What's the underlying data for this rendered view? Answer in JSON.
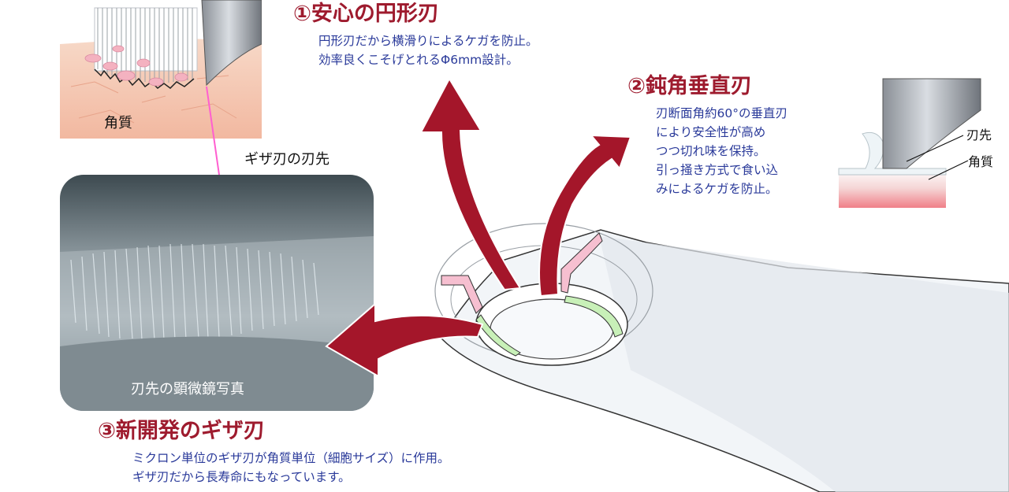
{
  "features": [
    {
      "title": "①安心の円形刃",
      "desc": [
        "円形刃だから横滑りによるケガを防止。",
        "効率良くこそげとれるΦ6mm設計。"
      ]
    },
    {
      "title": "②鈍角垂直刃",
      "desc": [
        "刃断面角約60°の垂直刃",
        "により安全性が高め",
        "つつ切れ味を保持。",
        "引っ掻き方式で食い込",
        "みによるケガを防止。"
      ]
    },
    {
      "title": "③新開発のギザ刃",
      "desc": [
        "ミクロン単位のギザ刃が角質単位（細胞サイズ）に作用。",
        "ギザ刃だから長寿命にもなっています。"
      ]
    }
  ],
  "labels": {
    "kakushitsu": "角質",
    "giza_tip": "ギザ刃の刃先",
    "photo_caption": "刃先の顕微鏡写真",
    "hasaki": "刃先",
    "kakushitsu_right": "角質"
  },
  "colors": {
    "title": "#9e1b2e",
    "desc": "#2a3a9a",
    "arrow": "#a4162a",
    "edge_pink": "#f6bfd0",
    "edge_green": "#c8f0b8",
    "skin": "#f6cdb8"
  }
}
